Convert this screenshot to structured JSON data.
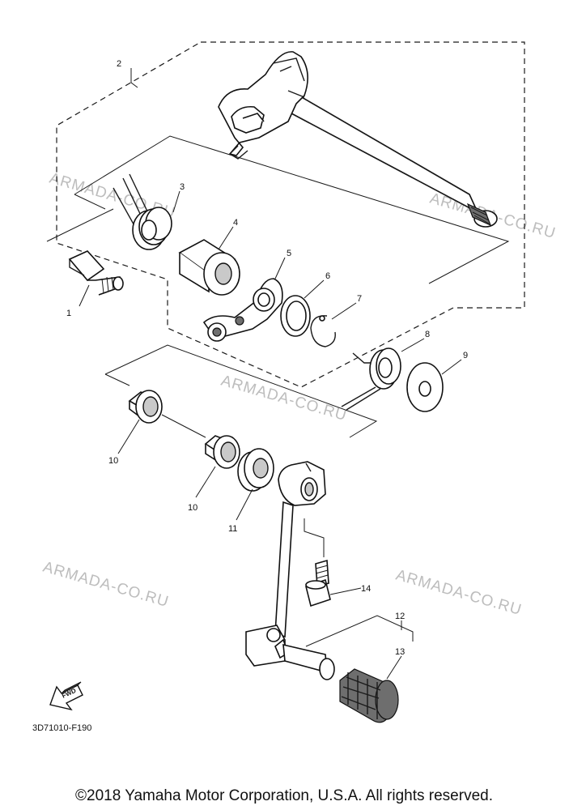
{
  "watermark": "ARMADA-CO.RU",
  "diagram_code": "3D71010-F190",
  "copyright": "©2018 Yamaha Motor Corporation, U.S.A. All rights reserved.",
  "fwd_label": "FWD",
  "parts": {
    "p1": "1",
    "p2": "2",
    "p3": "3",
    "p4": "4",
    "p5": "5",
    "p6": "6",
    "p7": "7",
    "p8": "8",
    "p9": "9",
    "p10": "10",
    "p11": "11",
    "p12": "12",
    "p13": "13",
    "p14": "14"
  },
  "colors": {
    "line": "#1a1a1a",
    "watermark": "#bdbdbd",
    "background": "#ffffff"
  }
}
